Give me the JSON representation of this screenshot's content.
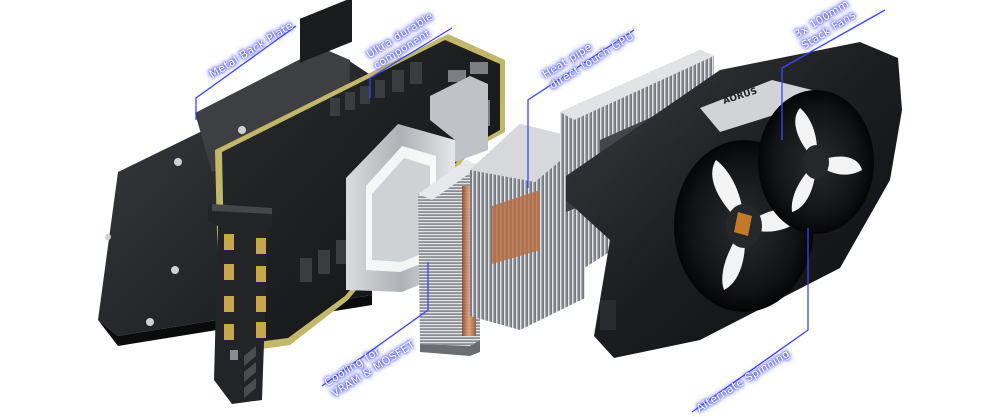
{
  "image": {
    "description_colors": {
      "background": "#ffffff",
      "metal_dark": "#2b2d30",
      "metal_mid": "#6d7075",
      "metal_light": "#c9ccd0",
      "copper": "#c27a4e",
      "pcb_gold": "#b9b36a",
      "callout_glow": "#3b45ff",
      "brand_accent": "#f28a1a"
    }
  },
  "callouts": {
    "backplate": "Metal Back Plate",
    "components_line1": "Ultra durable",
    "components_line2": "component",
    "heatpipe_line1": "Heat pipe",
    "heatpipe_line2": "direct touch GPU",
    "fans_line1": "3x 100mm",
    "fans_line2": "Stack Fans",
    "vram_line1": "Cooling for",
    "vram_line2": "VRAM & MOSFET",
    "spinning": "Alternate Spinning"
  }
}
